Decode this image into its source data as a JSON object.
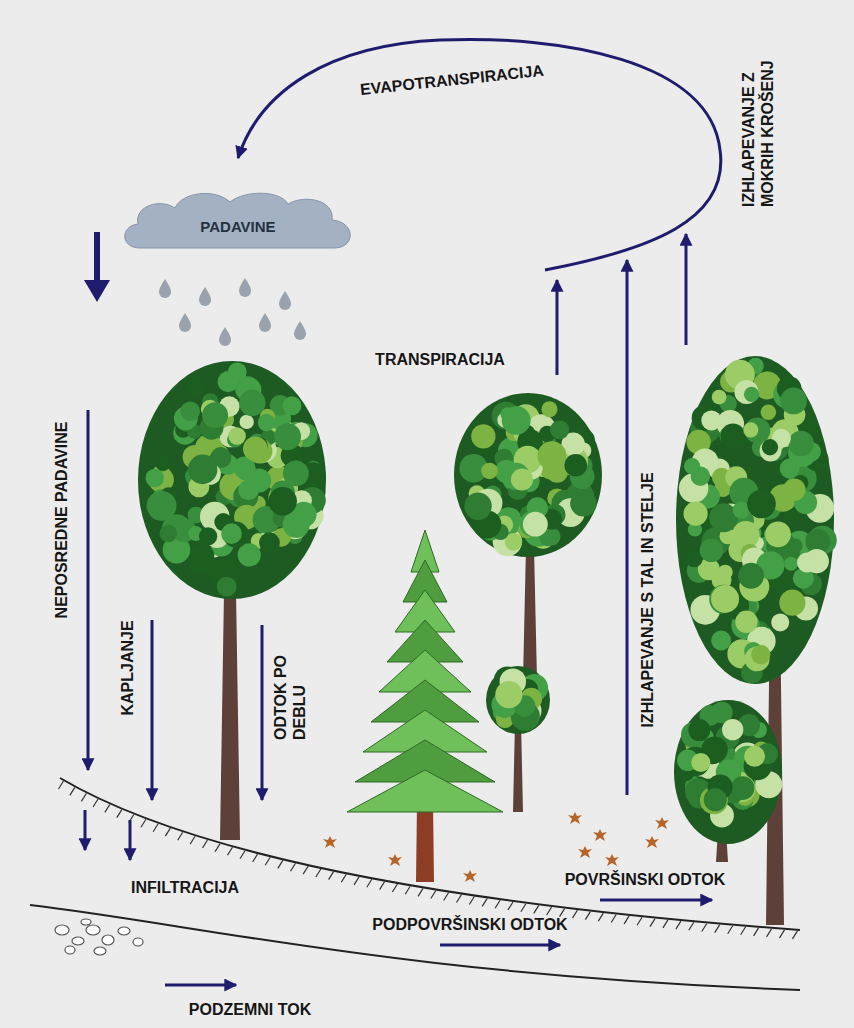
{
  "diagram": {
    "nodes": [
      {
        "text": [
          "PADAVINE"
        ]
      }
    ],
    "labels": [
      "EVAPOTRANSPIRACIJA",
      "IZHLAPEVANJE Z MOKRIH KROŠENJ",
      "TRANSPIRACIJA",
      "NEPOSREDNE PADAVINE",
      "KAPLJANJE",
      "ODTOK PO DEBLU",
      "IZHLAPEVANJE S TAL IN STELJE",
      "POVRŠINSKI ODTOK",
      "INFILTRACIJA",
      "PODPOVRŠINSKI ODTOK",
      "PODZEMNI TOK"
    ]
  }
}
